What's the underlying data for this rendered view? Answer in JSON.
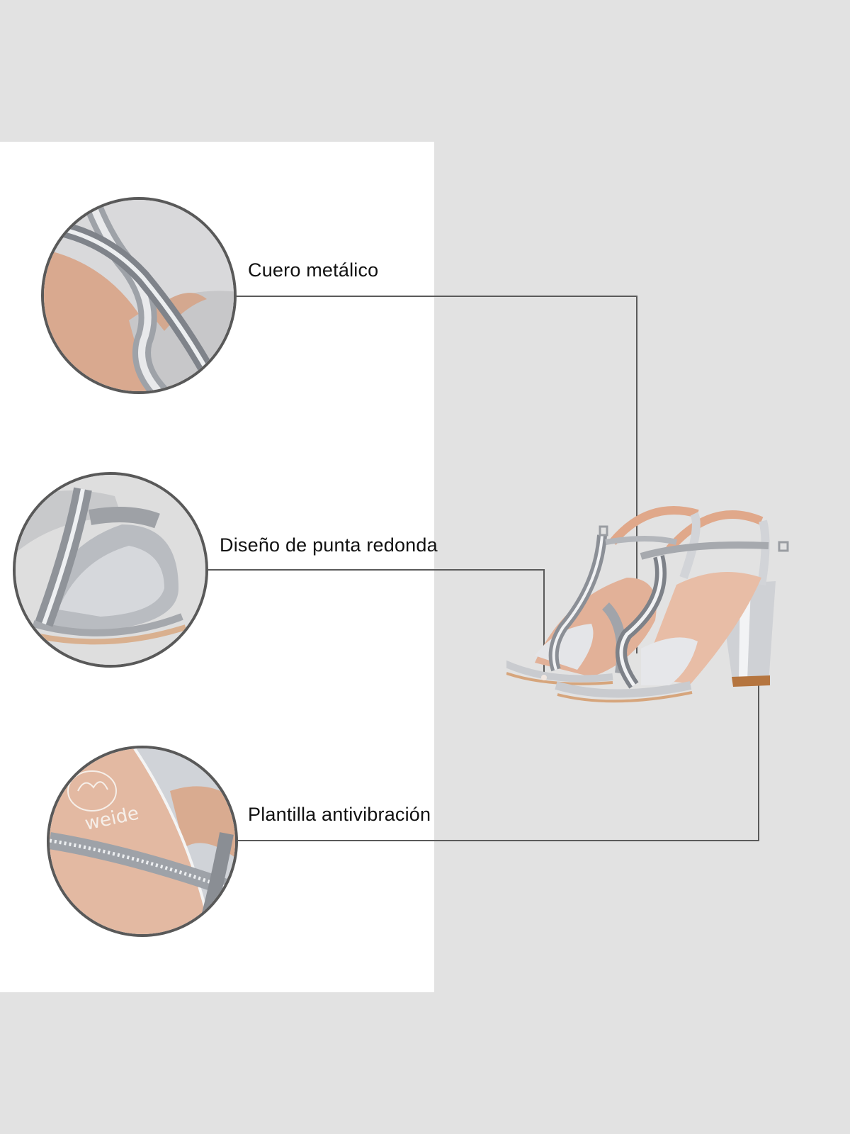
{
  "colors": {
    "background": "#e2e2e2",
    "panel": "#ffffff",
    "border": "#595959",
    "leader_line": "#5a5a5a",
    "text": "#111111",
    "skin": "#dca98e",
    "silver": "#c9cbcf"
  },
  "features": [
    {
      "label": "Cuero metálico",
      "detail": "twisted-metallic-strap-closeup"
    },
    {
      "label": "Diseño de punta redonda",
      "detail": "round-toe-closeup"
    },
    {
      "label": "Plantilla antivibración",
      "detail": "insole-closeup"
    }
  ],
  "insole_brand": "weide",
  "product": {
    "name": "silver-block-heel-sandals"
  }
}
